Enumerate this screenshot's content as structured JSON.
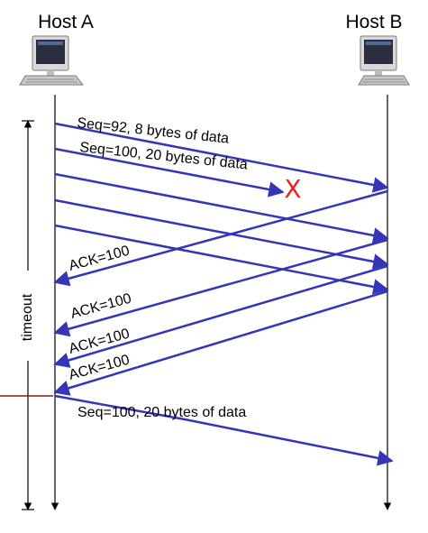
{
  "hosts": {
    "a": {
      "name": "Host A"
    },
    "b": {
      "name": "Host B"
    }
  },
  "messages": [
    {
      "id": "seq92",
      "label": "Seq=92, 8 bytes of data",
      "from": "Host A",
      "to": "Host B"
    },
    {
      "id": "seq100-lost",
      "label": "Seq=100, 20 bytes of data",
      "from": "Host A",
      "to": "Host B",
      "lost": true
    },
    {
      "id": "seg3",
      "label": "",
      "from": "Host A",
      "to": "Host B"
    },
    {
      "id": "seg4",
      "label": "",
      "from": "Host A",
      "to": "Host B"
    },
    {
      "id": "seg5",
      "label": "",
      "from": "Host A",
      "to": "Host B"
    },
    {
      "id": "ack1",
      "label": "ACK=100",
      "from": "Host B",
      "to": "Host A"
    },
    {
      "id": "ack2",
      "label": "ACK=100",
      "from": "Host B",
      "to": "Host A"
    },
    {
      "id": "ack3",
      "label": "ACK=100",
      "from": "Host B",
      "to": "Host A"
    },
    {
      "id": "ack4",
      "label": "ACK=100",
      "from": "Host B",
      "to": "Host A"
    },
    {
      "id": "retransmit",
      "label": "Seq=100, 20 bytes of data",
      "from": "Host A",
      "to": "Host B"
    }
  ],
  "loss_mark": "X",
  "timeout": {
    "label": "timeout"
  },
  "colors": {
    "arrow": "#3535b8",
    "loss": "#e8231f",
    "timeout_marker": "#8b1a1a",
    "lifeline": "#000000"
  },
  "icons": {
    "host_a": "desktop-computer-icon",
    "host_b": "desktop-computer-icon"
  }
}
